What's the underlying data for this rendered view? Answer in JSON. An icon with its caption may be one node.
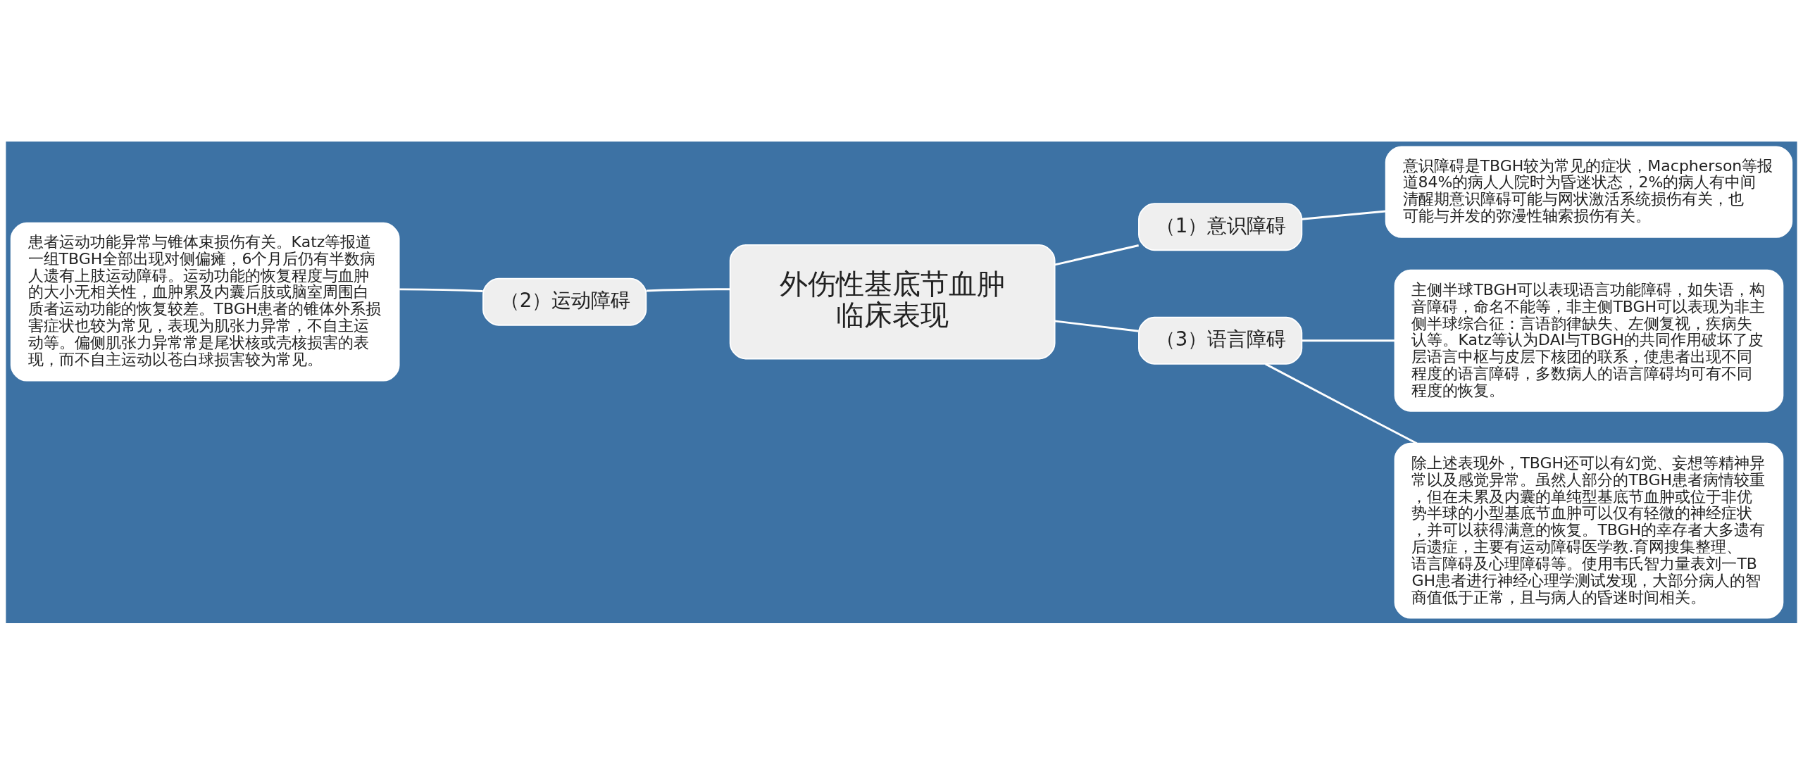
{
  "diagram": {
    "nodes": [
      {
        "text": [
          "外伤性基底节血肿临床表现"
        ]
      },
      {
        "text": [
          "（1）意识障碍"
        ]
      },
      {
        "text": [
          "意识障碍是TBGH较为常见的症状，Macpherson等报道84%的病人人院时为昏迷状态，2%的病人有中间清醒期意识障碍可能与网状激活系统损伤有关，也可能与并发的弥漫性轴索损伤有关。"
        ]
      },
      {
        "text": [
          "（2）运动障碍"
        ]
      },
      {
        "text": [
          "患者运动功能异常与锥体束损伤有关。Katz等报道一组TBGH全部出现对侧偏瘫，6个月后仍有半数病人遗有上肢运动障碍。运动功能的恢复程度与血肿的大小无相关性，血肿累及内囊后肢或脑室周围白质者运动功能的恢复较差。TBGH患者的锥体外系损害症状也较为常见，表现为肌张力异常，不自主运动等。偏侧肌张力异常常是尾状核或壳核损害的表现，而不自主运动以苍白球损害较为常见。"
        ]
      },
      {
        "text": [
          "（3）语言障碍"
        ]
      },
      {
        "text": [
          "主侧半球TBGH可以表现语言功能障碍，如失语，构音障碍，命名不能等，非主侧TBGH可以表现为非主侧半球综合征：言语韵律缺失、左侧复视，疾病失认等。Katz等认为DAI与TBGH的共同作用破坏了皮层语言中枢与皮层下核团的联系，使患者出现不同程度的语言障碍，多数病人的语言障碍均可有不同程度的恢复。"
        ]
      },
      {
        "text": [
          "除上述表现外，TBGH还可以有幻觉、妄想等精神异常以及感觉异常。虽然人部分的TBGH患者病情较重，但在未累及内囊的单纯型基底节血肿或位于非优势半球的小型基底节血肿可以仅有轻微的神经症状，并可以获得满意的恢复。TBGH的幸存者大多遗有后遗症，主要有运动障碍医学教.育网搜集整理、语言障碍及心理障碍等。使用韦氏智力量表刘一TBGH患者进行神经心理学测试发现，大部分病人的智商值低于正常，且与病人的昏迷时间相关。"
        ]
      }
    ],
    "edges": [
      {
        "from": 0,
        "to": 1,
        "arrow": "none"
      },
      {
        "from": 1,
        "to": 2,
        "arrow": "none"
      },
      {
        "from": 0,
        "to": 3,
        "arrow": "none"
      },
      {
        "from": 3,
        "to": 4,
        "arrow": "none"
      },
      {
        "from": 0,
        "to": 5,
        "arrow": "none"
      },
      {
        "from": 5,
        "to": 6,
        "arrow": "none"
      },
      {
        "from": 5,
        "to": 7,
        "arrow": "none"
      }
    ]
  }
}
